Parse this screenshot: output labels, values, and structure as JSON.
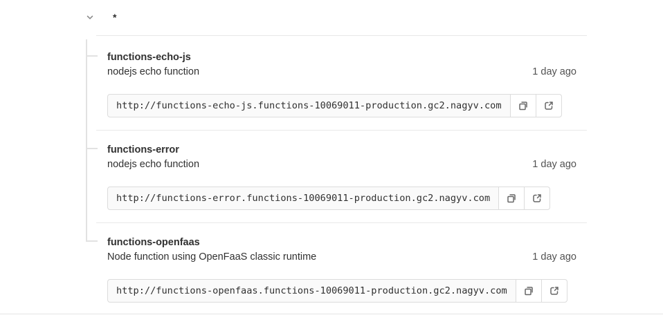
{
  "header": {
    "environment_label": "*"
  },
  "entries": [
    {
      "name": "functions-echo-js",
      "description": "nodejs echo function",
      "updated": "1 day ago",
      "url": "http://functions-echo-js.functions-10069011-production.gc2.nagyv.com"
    },
    {
      "name": "functions-error",
      "description": "nodejs echo function",
      "updated": "1 day ago",
      "url": "http://functions-error.functions-10069011-production.gc2.nagyv.com"
    },
    {
      "name": "functions-openfaas",
      "description": "Node function using OpenFaaS classic runtime",
      "updated": "1 day ago",
      "url": "http://functions-openfaas.functions-10069011-production.gc2.nagyv.com"
    }
  ],
  "icons": {
    "collapse": "chevron-down",
    "copy": "copy-to-clipboard",
    "open": "external-link"
  },
  "colors": {
    "divider": "#e8e8e8",
    "tree_line": "#e2e2e2",
    "text": "#303030",
    "muted_text": "#525252",
    "field_background": "#fafafa",
    "field_border": "#dcdcdc",
    "icon": "#666666"
  }
}
